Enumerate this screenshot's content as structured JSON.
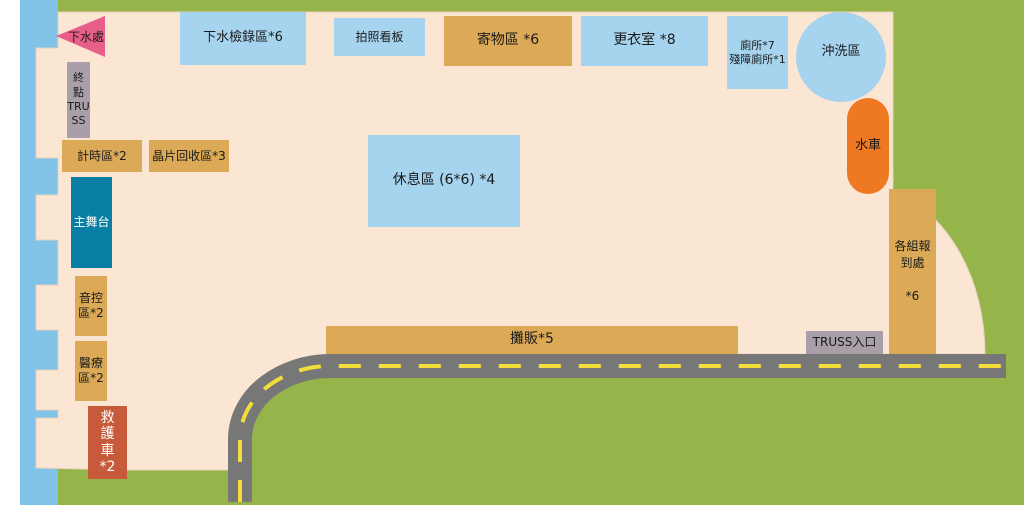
{
  "colors": {
    "grass": "#95b44a",
    "water": "#80c3e6",
    "venue": "#fbe6d3",
    "venue_edge": "#e7d2bf",
    "area_blue": "#a6d3ee",
    "area_tan": "#dcaa57",
    "truss_grey": "#a89fa8",
    "stage_teal": "#0a7fa6",
    "water_truck": "#ee7922",
    "ambulance": "#c65a3a",
    "exit_flag": "#e8608a",
    "road": "#777777",
    "road_line": "#f3dd3a"
  },
  "areas": {
    "exit": "下水處",
    "finish_truss": "終\n點\nTRU\nSS",
    "timing": "計時區*2",
    "chip_return": "晶片回收區*3",
    "main_stage": "主舞台",
    "sound_control": "音控\n區*2",
    "medical": "醫療\n區*2",
    "ambulance": "救\n護\n車\n*2",
    "checkin_water": "下水檢錄區*6",
    "photo_board": "拍照看板",
    "storage": "寄物區 *6",
    "changing_room": "更衣室 *8",
    "toilet": "廁所*7\n殘障廁所*1",
    "shower": "沖洗區",
    "rest_area": "休息區 (6*6) *4",
    "water_truck": "水車",
    "group_checkin": "各組報\n到處\n\n*6",
    "stalls": "攤販*5",
    "truss_entrance": "TRUSS入口"
  }
}
